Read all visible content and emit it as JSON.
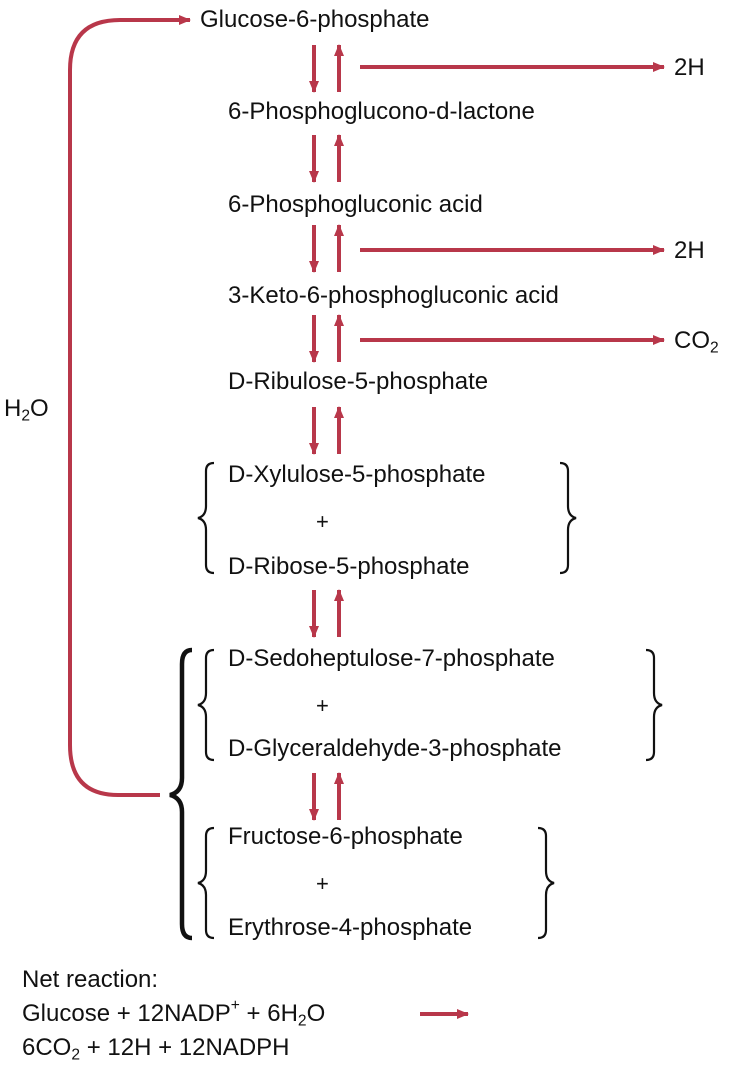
{
  "colors": {
    "arrow": "#b8374a",
    "text": "#111111"
  },
  "pathway": {
    "glucose_6_phosphate": "Glucose-6-phosphate",
    "phosphoglucono_lactone": "6-Phosphoglucono-d-lactone",
    "phosphogluconic_acid": "6-Phosphogluconic acid",
    "keto_phosphogluconic_acid": "3-Keto-6-phosphogluconic acid",
    "ribulose_5_phosphate": "D-Ribulose-5-phosphate",
    "xylulose_5_phosphate": "D-Xylulose-5-phosphate",
    "ribose_5_phosphate": "D-Ribose-5-phosphate",
    "sedoheptulose_7_phosphate": "D-Sedoheptulose-7-phosphate",
    "glyceraldehyde_3_phosphate": "D-Glyceraldehyde-3-phosphate",
    "fructose_6_phosphate": "Fructose-6-phosphate",
    "erythrose_4_phosphate": "Erythrose-4-phosphate",
    "plus": "+"
  },
  "side_products": {
    "first_2h": "2H",
    "second_2h": "2H",
    "co2": {
      "base": "CO",
      "sub": "2"
    }
  },
  "loop_label": {
    "base": "H",
    "sub": "2",
    "tail": "O"
  },
  "net_reaction": {
    "heading": "Net reaction:",
    "line1": {
      "part_a": "Glucose + 12NADP",
      "sup": "+",
      "part_b": " + 6H",
      "sub": "2",
      "part_c": "O"
    },
    "line2": {
      "part_a": "6CO",
      "sub": "2",
      "part_b": " + 12H + 12NADPH"
    }
  }
}
